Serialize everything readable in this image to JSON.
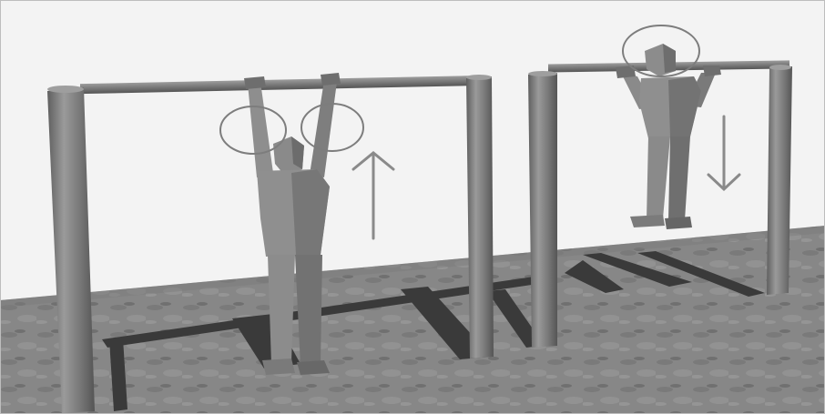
{
  "scene": {
    "left_figure": {
      "phase": "hang",
      "arrow_direction": "up"
    },
    "right_figure": {
      "phase": "top of pull-up",
      "arrow_direction": "down"
    },
    "colors": {
      "sky": "#f3f3f3",
      "ground": "#858585",
      "ground_dark": "#6e6e6e",
      "post": "#777777",
      "post_highlight": "#9a9a9a",
      "figure": "#8c8c8c",
      "figure_shadow": "#6a6a6a",
      "shadow": "#3c3c3c",
      "arrow": "#8a8a8a",
      "ring": "#7d7d7d"
    },
    "icons": [
      "up-arrow-icon",
      "down-arrow-icon"
    ]
  }
}
